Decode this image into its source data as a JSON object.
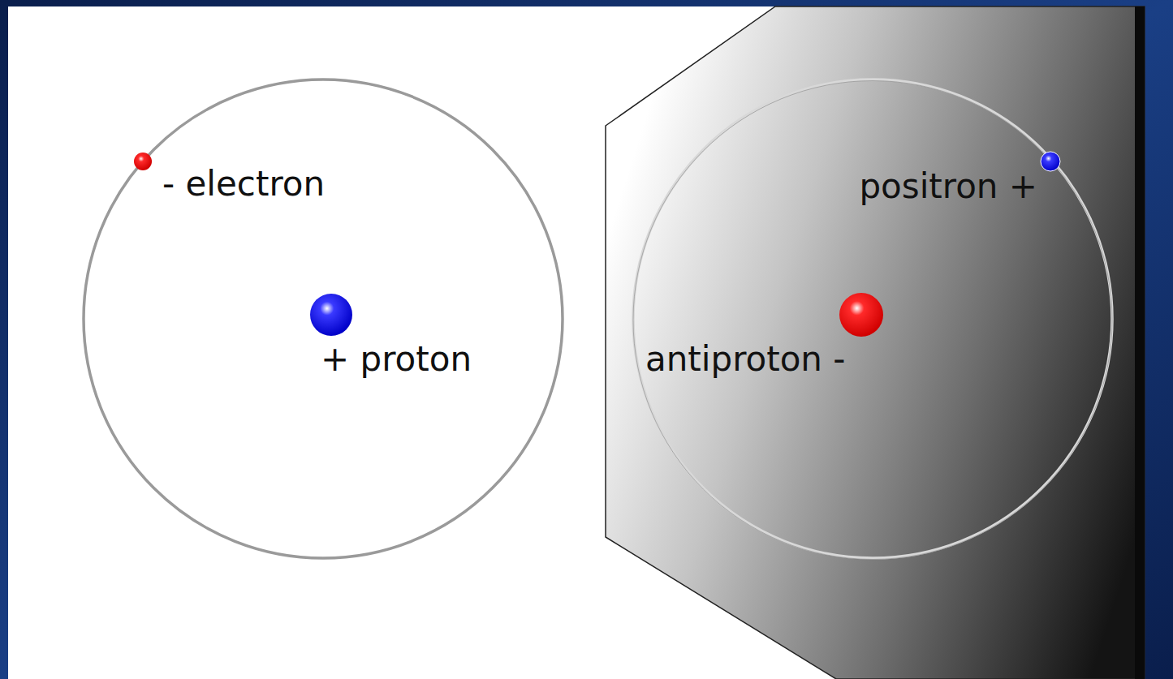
{
  "diagram": {
    "labels": [
      "- electron",
      "+ proton",
      "positron +",
      "antiproton -"
    ]
  }
}
